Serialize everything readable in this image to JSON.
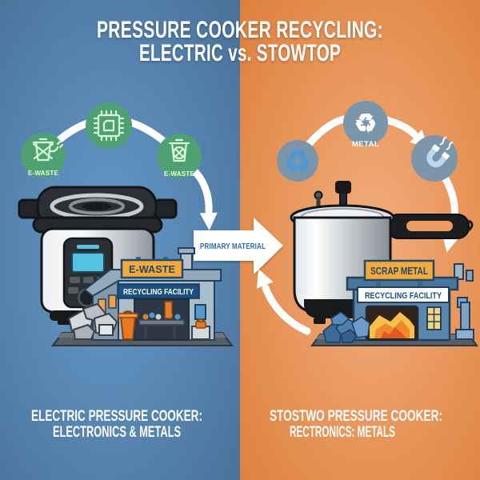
{
  "colors": {
    "green-icon-bg": "#4fa173",
    "green-icon-stroke": "#d8f6d4",
    "green-icon-label": "#eafbe8",
    "blue-icon-bg": "#7b95aa",
    "recycle-blue": "#4e97d4",
    "magnet-blue": "#bcd9f0",
    "sign-bg": "#f2a93e",
    "sign-text": "#274963",
    "banner-bg": "#1d4f7c",
    "primary-text": "#2d6ca6",
    "flame-1": "#f6c04a",
    "flame-2": "#ee8a2a",
    "flame-3": "#e05a20",
    "bin-orange": "#e87822",
    "scrap-blue": "#4d7fb3",
    "left-bg-center": "#659ac9",
    "left-bg-edge": "#486f97",
    "right-bg-center": "#f3ae7d",
    "right-bg-edge": "#dc7e3a"
  },
  "icons": {
    "left": [
      "e-waste-bin-plug-icon",
      "circuit-chip-icon",
      "e-waste-bin-icon"
    ],
    "right": [
      "recycle-arrows-icon",
      "metal-recycle-icon",
      "magnet-icon"
    ],
    "recycle_glyph": "♻"
  },
  "title": {
    "line1": "PRESSURE COOKER RECYCLING:",
    "line2": "ELECTRIC vs. STOWTOP"
  },
  "left_panel": {
    "icon_label_1": "E-WASTE",
    "icon_label_3": "E-WASTE",
    "facility_sign": "E-WASTE",
    "facility_banner": "RECYCLING FACILITY",
    "caption_line1": "ELECTRIC PRESSURE COOKER:",
    "caption_line2": "ELECTRONICS & METALS"
  },
  "center": {
    "arrow_label": "PRIMARY MATERIAL"
  },
  "right_panel": {
    "icon_label_2": "METAL",
    "facility_sign": "SCRAP METAL",
    "facility_banner": "RECYCLING FACILITY",
    "caption_line1": "STOSTWO PRESSURE COOKER:",
    "caption_line2": "RECTRONICS: METALS"
  }
}
